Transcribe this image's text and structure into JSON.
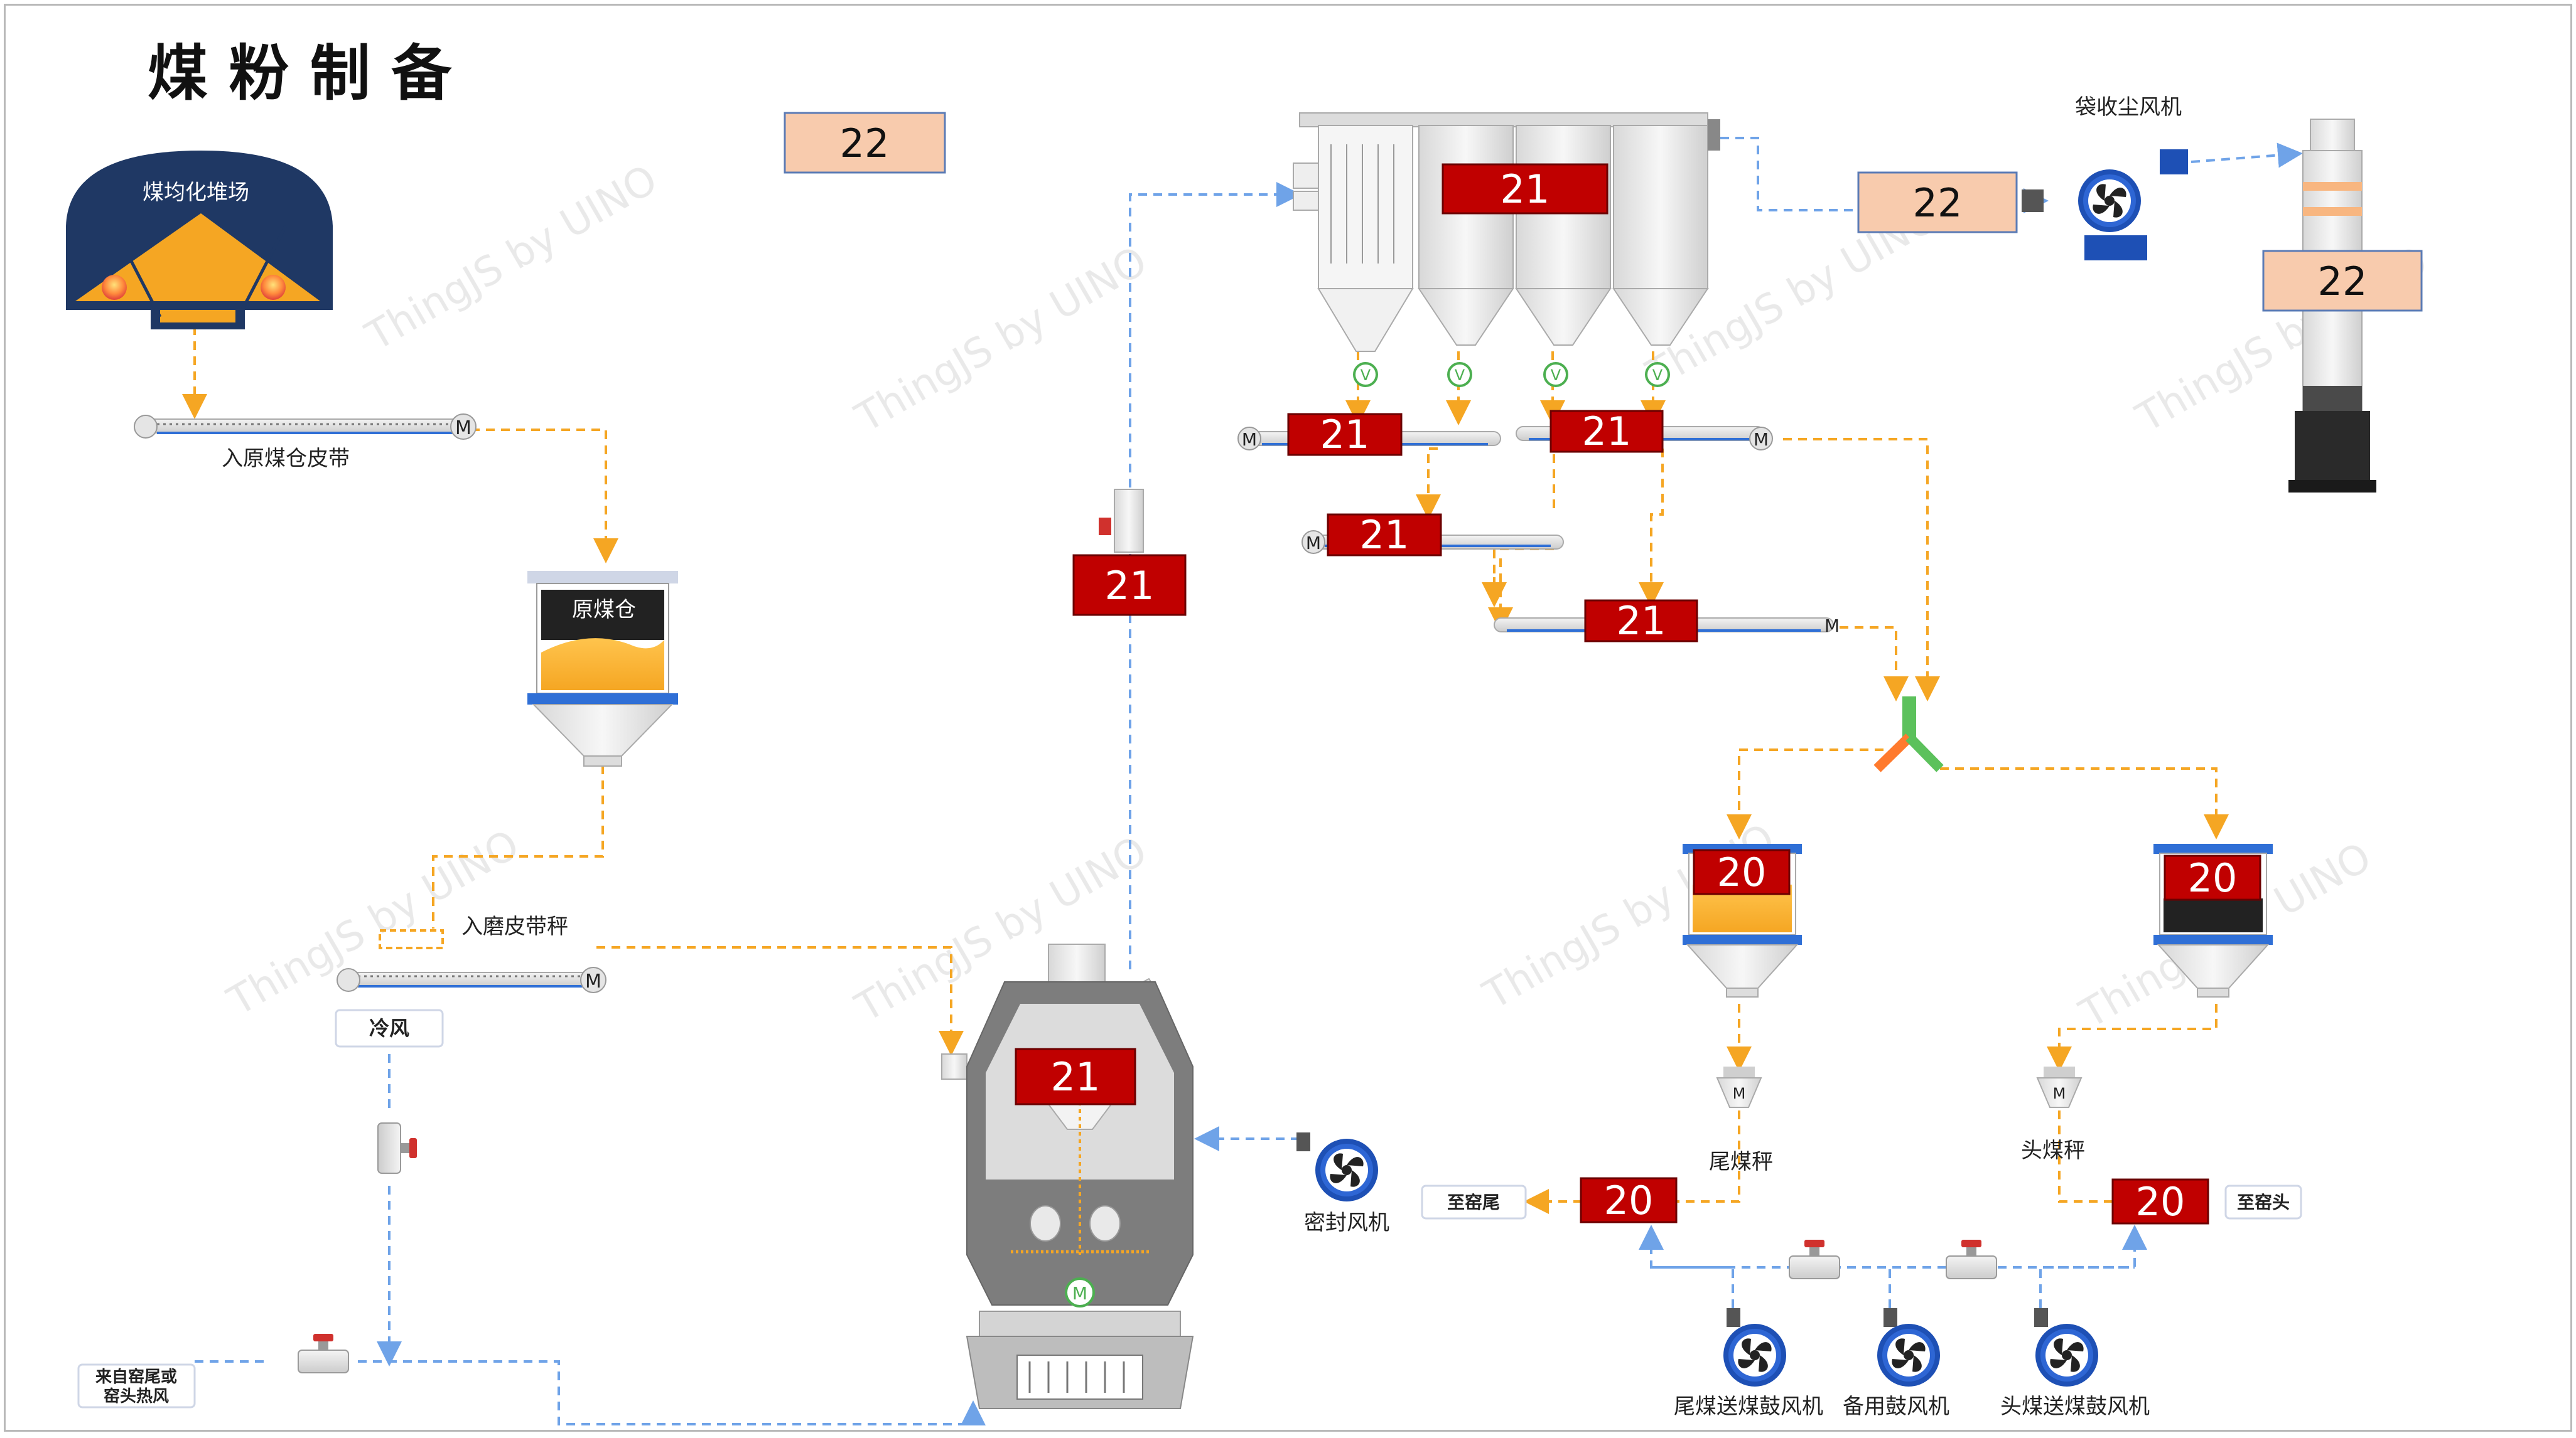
{
  "title": "煤 粉 制 备",
  "labels": {
    "stockyard": "煤均化堆场",
    "raw_belt": "入原煤仓皮带",
    "raw_bin": "原煤仓",
    "mill_belt": "入磨皮带秤",
    "cold_air": "冷风",
    "hot_air_line1": "来自窑尾或",
    "hot_air_line2": "窑头热风",
    "seal_fan": "密封风机",
    "dust_fan": "袋收尘风机",
    "tail_scale": "尾煤秤",
    "head_scale": "头煤秤",
    "to_tail": "至窑尾",
    "to_head": "至窑头",
    "tail_blower": "尾煤送煤鼓风机",
    "spare_blower": "备用鼓风机",
    "head_blower": "头煤送煤鼓风机",
    "motor": "M",
    "valve": "V"
  },
  "tags": {
    "top_box": "22",
    "pre_fan_box": "22",
    "stack_box": "22",
    "baghouse": "21",
    "conv_a": "21",
    "conv_b": "21",
    "conv_c": "21",
    "conv_d": "21",
    "riser": "21",
    "mill": "21",
    "tail_bin": "20",
    "head_bin": "20",
    "tail_out": "20",
    "head_out": "20"
  },
  "watermark": "ThingJS by UINO",
  "colors": {
    "red_tag": "#c00000",
    "salmon_tag": "#f8cbad",
    "coal_flow": "#f5a623",
    "air_flow": "#6fa3e8",
    "navy": "#1f3864",
    "blue_band": "#2f6fd6"
  }
}
